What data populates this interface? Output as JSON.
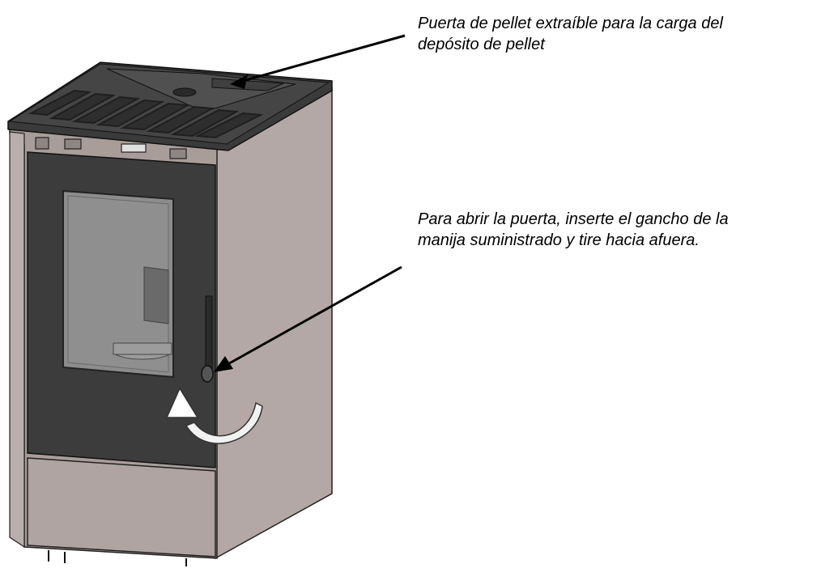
{
  "callouts": [
    {
      "line1": "Puerta de pellet extraíble para la carga del",
      "line2": "depósito de pellet"
    },
    {
      "line1": "Para abrir la puerta, inserte el gancho de la",
      "line2": "manija suministrado y tire hacia afuera."
    }
  ],
  "colors": {
    "body_metal": "#a69a98",
    "body_metal_side": "#b2a7a4",
    "top_plate": "#3a3a3a",
    "door_panel": "#3c3c3c",
    "glass": "#8a8a8a",
    "arrow": "#000000"
  },
  "icons": {
    "rotation_arrow": "curved-rotation-arrow"
  }
}
